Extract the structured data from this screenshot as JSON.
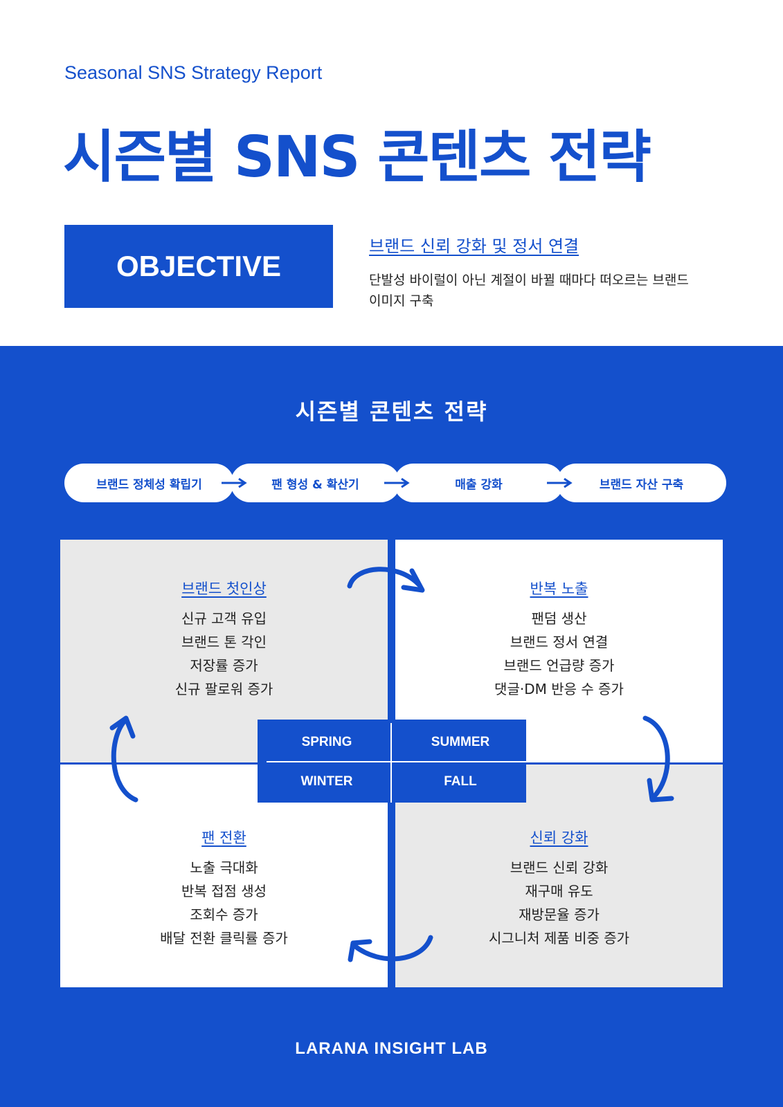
{
  "header": {
    "subtitle": "Seasonal SNS Strategy Report",
    "title": "시즌별 SNS 콘텐츠 전략"
  },
  "objective": {
    "label": "OBJECTIVE",
    "heading": "브랜드 신뢰 강화 및 정서 연결",
    "description": "단발성 바이럴이 아닌 계절이 바뀔 때마다 떠오르는 브랜드 이미지 구축"
  },
  "strategy": {
    "title": "시즌별 콘텐츠 전략",
    "stages": [
      "브랜드 정체성 확립기",
      "팬 형성 & 확산기",
      "매출 강화",
      "브랜드 자산 구축"
    ]
  },
  "quadrants": {
    "spring": {
      "heading": "브랜드 첫인상",
      "items": [
        "신규 고객 유입",
        "브랜드 톤 각인",
        "저장률 증가",
        "신규 팔로워 증가"
      ]
    },
    "summer": {
      "heading": "반복 노출",
      "items": [
        "팬덤 생산",
        "브랜드 정서 연결",
        "브랜드 언급량 증가",
        "댓글·DM 반응 수 증가"
      ]
    },
    "winter": {
      "heading": "팬 전환",
      "items": [
        "노출 극대화",
        "반복 접점 생성",
        "조회수 증가",
        "배달 전환 클릭률 증가"
      ]
    },
    "fall": {
      "heading": "신뢰 강화",
      "items": [
        "브랜드 신뢰 강화",
        "재구매 유도",
        "재방문율 증가",
        "시그니처 제품 비중 증가"
      ]
    }
  },
  "seasons": {
    "spring": "SPRING",
    "summer": "SUMMER",
    "winter": "WINTER",
    "fall": "FALL"
  },
  "footer": {
    "brand": "LARANA INSIGHT LAB"
  },
  "colors": {
    "brand_blue": "#1450cc",
    "panel_gray": "#e9e9e9",
    "white": "#ffffff"
  },
  "icons": {
    "stage_arrow": "arrow-right-icon",
    "cycle_arrow": "curved-arrow-icon"
  }
}
